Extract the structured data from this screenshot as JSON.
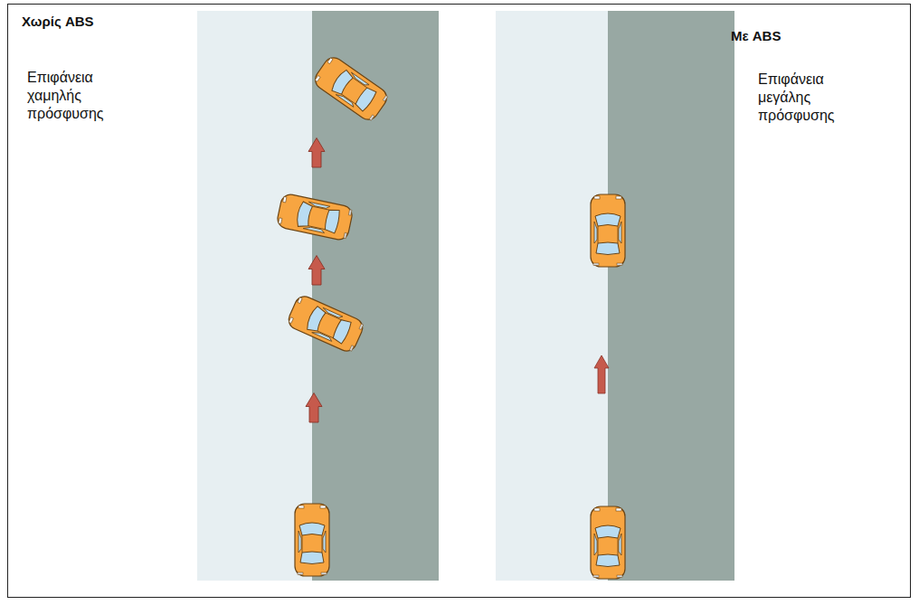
{
  "diagram": {
    "labels": [
      "Χωρίς ABS",
      "Επιφάνεια χαμηλής πρόσφυσης",
      "Με ABS",
      "Επιφάνεια μεγάλης πρόσφυσης"
    ]
  }
}
